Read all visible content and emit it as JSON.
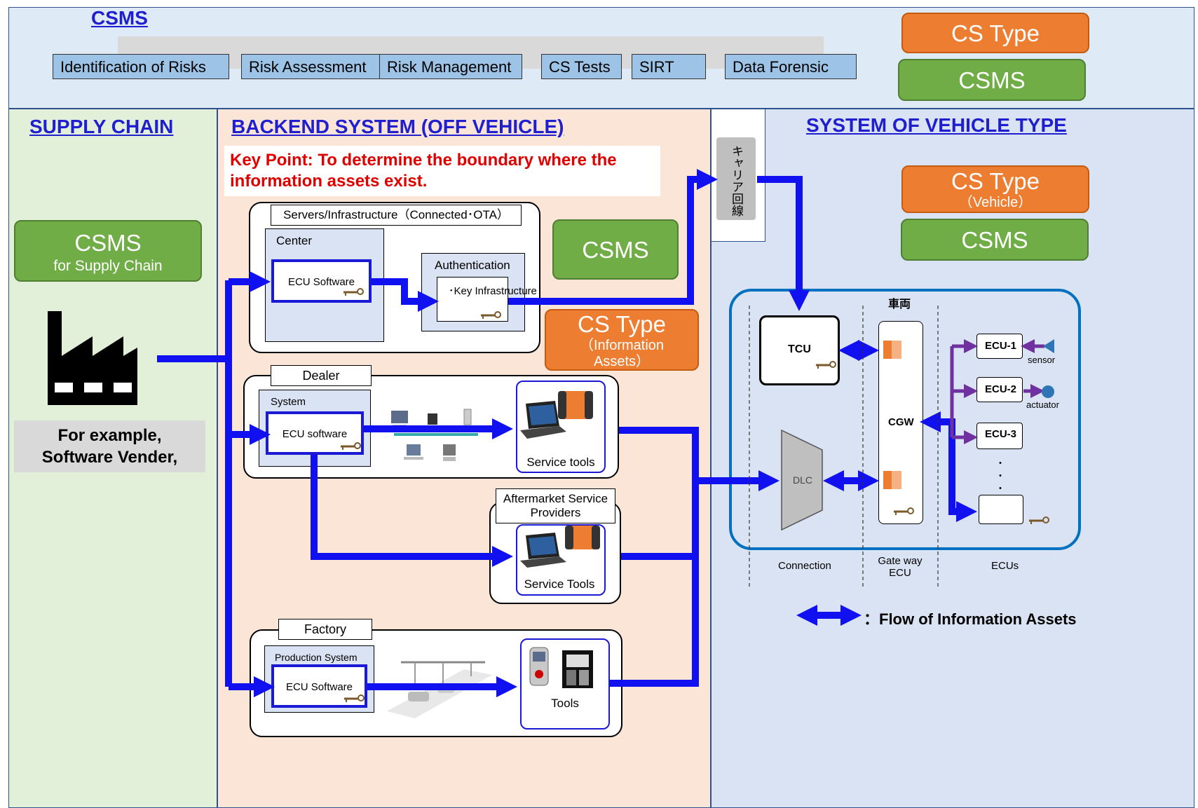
{
  "csms_bar": {
    "title": "CSMS",
    "steps": [
      "Identification of Risks",
      "Risk Assessment",
      "Risk Management",
      "CS Tests",
      "SIRT",
      "Data Forensic"
    ],
    "cs_type": "CS Type",
    "csms": "CSMS"
  },
  "supply_chain": {
    "title": "SUPPLY CHAIN",
    "csms": "CSMS",
    "csms_sub": "for Supply Chain",
    "example_line1": "For example,",
    "example_line2": "Software Vender,"
  },
  "backend": {
    "title": "BACKEND SYSTEM (OFF VEHICLE)",
    "key_point_line1": "Key Point: To determine the boundary where the",
    "key_point_line2": "information assets exist.",
    "servers_label": "Servers/Infrastructure（Connected･OTA）",
    "center": "Center",
    "ecu_software": "ECU Software",
    "authentication": "Authentication",
    "key_infra": "･Key Infrastructure",
    "csms": "CSMS",
    "cs_type": "CS Type",
    "cs_type_sub1": "（Information",
    "cs_type_sub2": "Assets）",
    "dealer": "Dealer",
    "system": "System",
    "ecu_software_lower": "ECU software",
    "service_tools": "Service tools",
    "aftermarket_line1": "Aftermarket Service",
    "aftermarket_line2": "Providers",
    "service_tools_cap": "Service Tools",
    "factory": "Factory",
    "production_system": "Production System",
    "factory_ecu": "ECU Software",
    "tools": "Tools"
  },
  "carrier": "キャリア回線",
  "vehicle": {
    "title": "SYSTEM OF VEHICLE TYPE",
    "cs_type": "CS Type",
    "cs_type_sub": "（Vehicle）",
    "csms": "CSMS",
    "vehicle_label": "車両",
    "tcu": "TCU",
    "dlc": "DLC",
    "cgw": "CGW",
    "ecu1": "ECU-1",
    "ecu2": "ECU-2",
    "ecu3": "ECU-3",
    "sensor": "sensor",
    "actuator": "actuator",
    "dots": "・\n・\n・",
    "col_connection": "Connection",
    "col_gateway_line1": "Gate way",
    "col_gateway_line2": "ECU",
    "col_ecus": "ECUs",
    "legend": "：Flow of Information Assets"
  },
  "colors": {
    "arrow_blue": "#1010f0",
    "purple": "#7030a0",
    "orange": "#ed7d31",
    "green": "#70ad47",
    "top_bg": "#deebf7",
    "supply_bg": "#e2f0d9",
    "backend_bg": "#fbe5d6",
    "vehicle_bg": "#dae3f3"
  }
}
